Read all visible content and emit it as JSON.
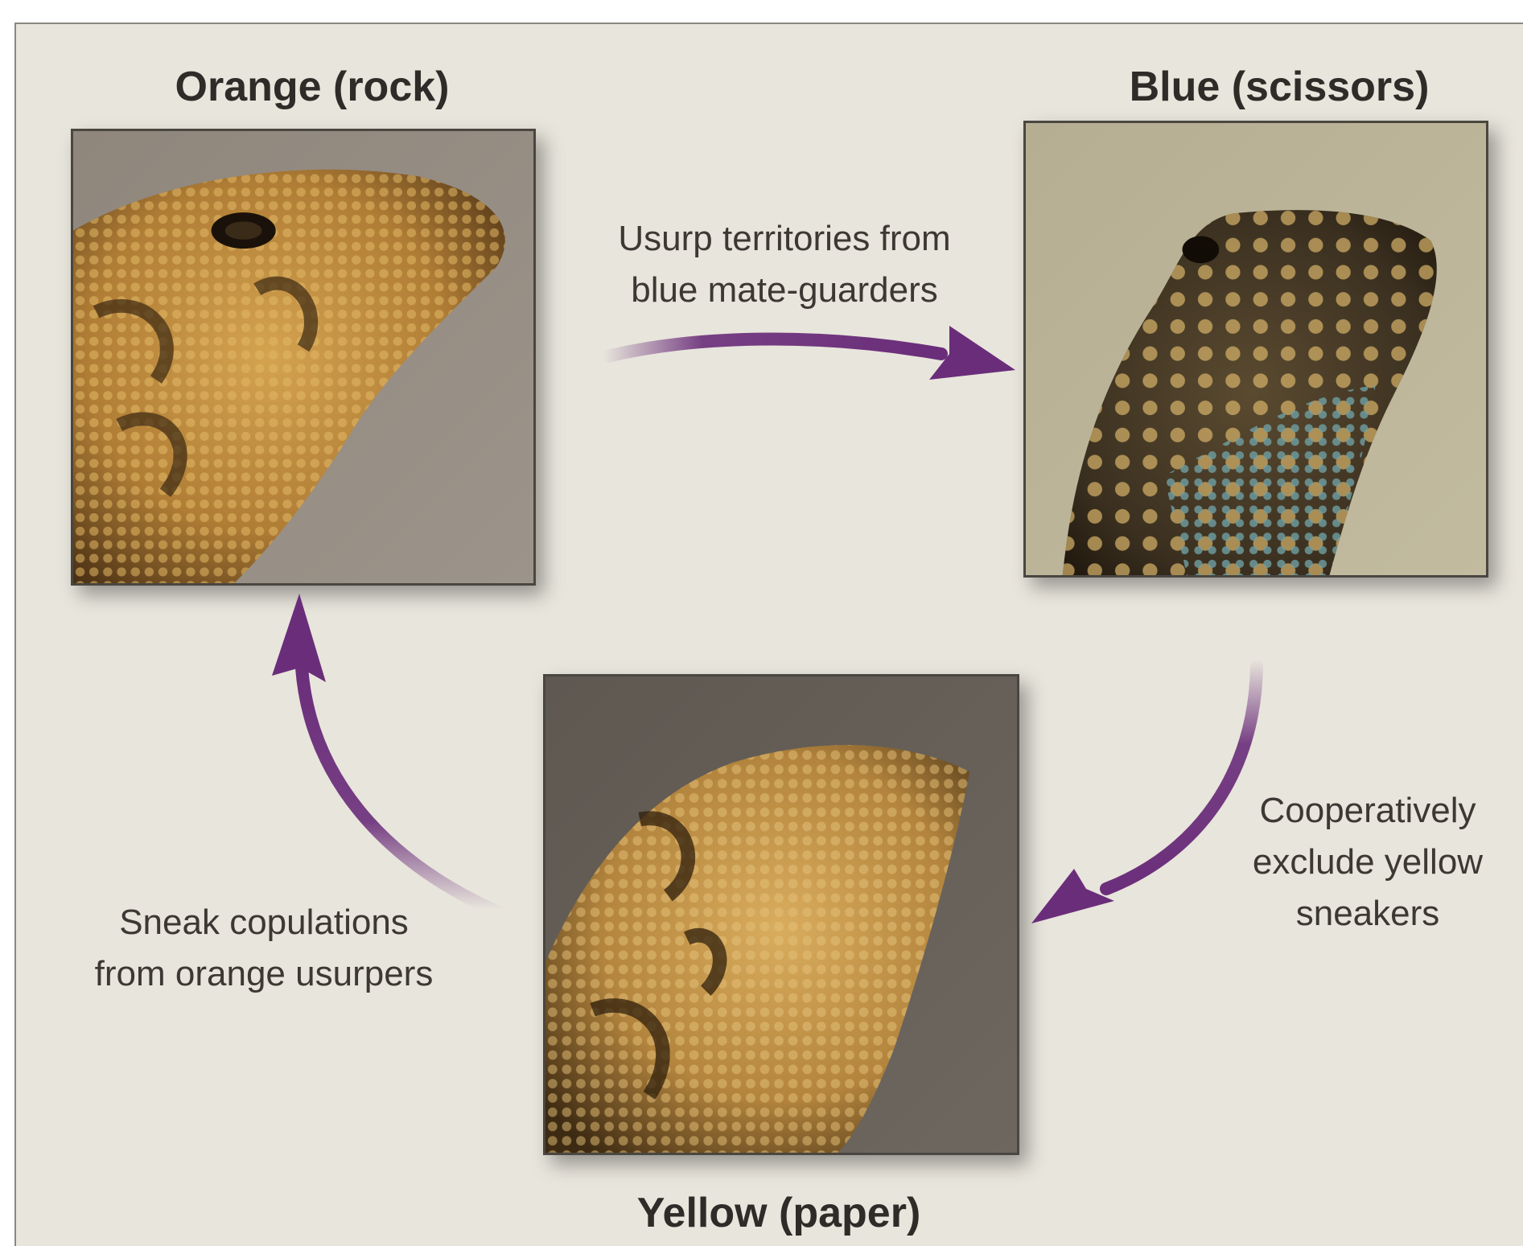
{
  "figure": {
    "accent": "#6a2d7a",
    "nodes": {
      "orange": {
        "title": "Orange (rock)",
        "photo": "lizard-head-orange"
      },
      "blue": {
        "title": "Blue (scissors)",
        "photo": "lizard-head-blue"
      },
      "yellow": {
        "title": "Yellow (paper)",
        "photo": "lizard-head-yellow"
      }
    },
    "edges": {
      "orange_to_blue": {
        "lines": [
          "Usurp territories from",
          "blue mate-guarders"
        ]
      },
      "blue_to_yellow": {
        "lines": [
          "Cooperatively",
          "exclude yellow",
          "sneakers"
        ]
      },
      "yellow_to_orange": {
        "lines": [
          "Sneak copulations",
          "from orange usurpers"
        ]
      }
    }
  }
}
